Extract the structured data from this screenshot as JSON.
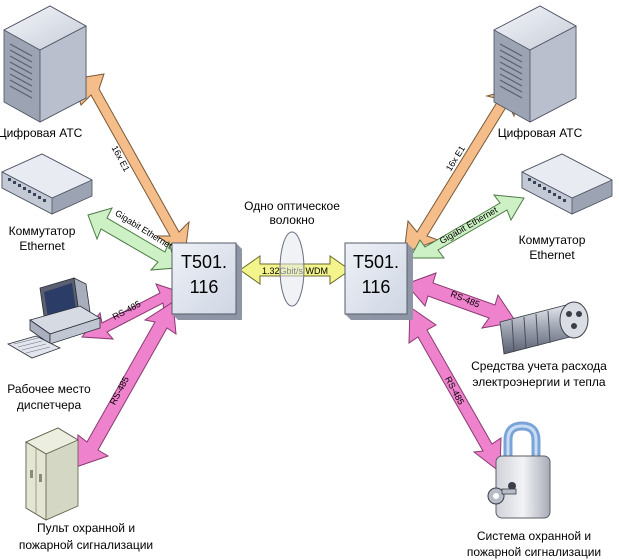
{
  "nodes": {
    "left_unit": {
      "line1": "T501.",
      "line2": "116"
    },
    "right_unit": {
      "line1": "T501.",
      "line2": "116"
    }
  },
  "labels": {
    "left_pbx": "Цифровая АТС",
    "right_pbx": "Цифровая АТС",
    "left_switch_line1": "Коммутатор",
    "left_switch_line2": "Ethernet",
    "right_switch_line1": "Коммутатор",
    "right_switch_line2": "Ethernet",
    "workstation_line1": "Рабочее место",
    "workstation_line2": "диспетчера",
    "fire_panel_line1": "Пульт охранной и",
    "fire_panel_line2": "пожарной сигнализации",
    "meters_line1": "Средства учета расхода",
    "meters_line2": "электроэнергии и тепла",
    "security_line1": "Система охранной и",
    "security_line2": "пожарной сигнализации",
    "fiber_line1": "Одно оптическое",
    "fiber_line2": "волокно"
  },
  "links": {
    "e1": "16x E1",
    "gige": "Gigabit Ethernet",
    "rs485": "RS-485",
    "wdm": "1.32Gbit/s WDM"
  },
  "colors": {
    "e1_arrow": "#f5bd8a",
    "gige_arrow": "#cdf0c4",
    "rs485_arrow": "#ee82cc",
    "wdm_arrow": "#f4f48c",
    "unit_face": "#dfe4ee"
  }
}
